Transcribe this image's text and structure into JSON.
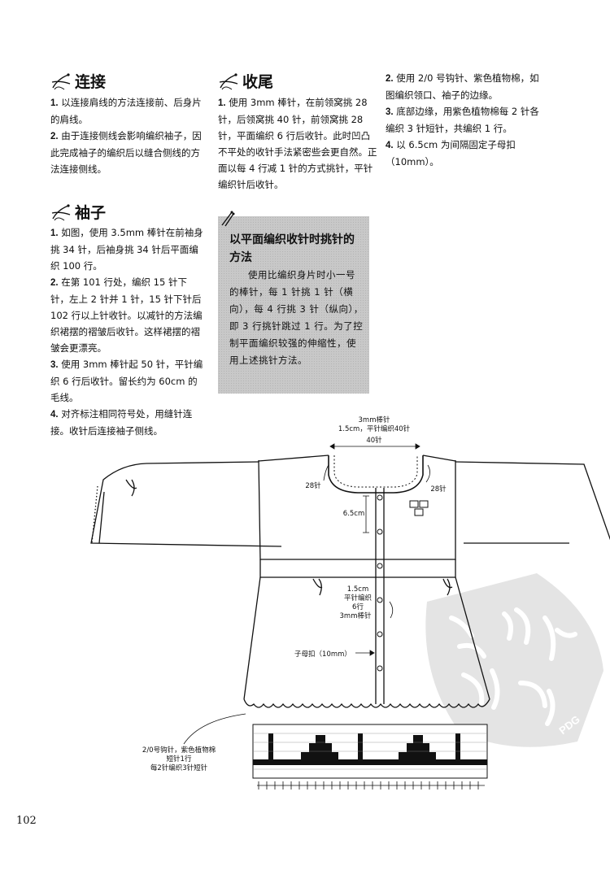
{
  "sections": {
    "lianjie": {
      "title": "连接",
      "steps": [
        {
          "n": "1.",
          "text": "以连接肩线的方法连接前、后身片的肩线。"
        },
        {
          "n": "2.",
          "text": "由于连接侧线会影响编织袖子，因此完成袖子的编织后以缝合侧线的方法连接侧线。"
        }
      ]
    },
    "xiuzi": {
      "title": "袖子",
      "steps": [
        {
          "n": "1.",
          "text": "如图，使用 3.5mm 棒针在前袖身挑 34 针，后袖身挑 34 针后平面编织 100 行。"
        },
        {
          "n": "2.",
          "text": "在第 101 行处，编织 15 针下针，左上 2 针并 1 针，15 针下针后 102 行以上针收针。以减针的方法编织裙摆的褶皱后收针。这样裙摆的褶皱会更漂亮。"
        },
        {
          "n": "3.",
          "text": "使用 3mm 棒针起 50 针，平针编织 6 行后收针。留长约为 60cm 的毛线。"
        },
        {
          "n": "4.",
          "text": "对齐标注相同符号处，用缝针连接。收针后连接袖子侧线。"
        }
      ]
    },
    "shouwei": {
      "title": "收尾",
      "steps": [
        {
          "n": "1.",
          "text": "使用 3mm 棒针，在前领窝挑 28 针，后领窝挑 40 针，前领窝挑 28 针，平面编织 6 行后收针。此时凹凸不平处的收针手法紧密些会更自然。正面以每 4 行减 1 针的方式挑针，平针编织针后收针。"
        },
        {
          "n": "2.",
          "text": "使用 2/0 号钩针、紫色植物棉，如图编织领口、袖子的边缘。"
        },
        {
          "n": "3.",
          "text": "底部边缘，用紫色植物棉每 2 针各编织 3 针短针，共编织 1 行。"
        },
        {
          "n": "4.",
          "text": "以 6.5cm 为间隔固定子母扣（10mm）。"
        }
      ]
    }
  },
  "tip": {
    "title": "以平面编织收针时挑针的方法",
    "body": "使用比编织身片时小一号的棒针，每 1 针挑 1 针（横向），每 4 行挑 3 针（纵向），即 3 行挑针跳过 1 行。为了控制平面编织较强的伸缩性，使用上述挑针方法。"
  },
  "diagram": {
    "neck_label_1": "3mm棒针",
    "neck_label_2": "1.5cm，平针编织40针",
    "neck_label_3": "40针",
    "left_28": "28针",
    "right_28": "28针",
    "spacing": "6.5cm",
    "placket_1": "1.5cm",
    "placket_2": "平针编织",
    "placket_3": "6行",
    "placket_4": "3mm棒针",
    "button": "子母扣（10mm）",
    "crochet_1": "2/0号钩针，紫色植物棉",
    "crochet_2": "短针1行",
    "crochet_3": "每2针编织3针短针"
  },
  "page_number": "102",
  "watermark": "PDG",
  "colors": {
    "text": "#111111",
    "tip_bg": "#c8c8c8",
    "watermark": "#e4e4e4"
  }
}
